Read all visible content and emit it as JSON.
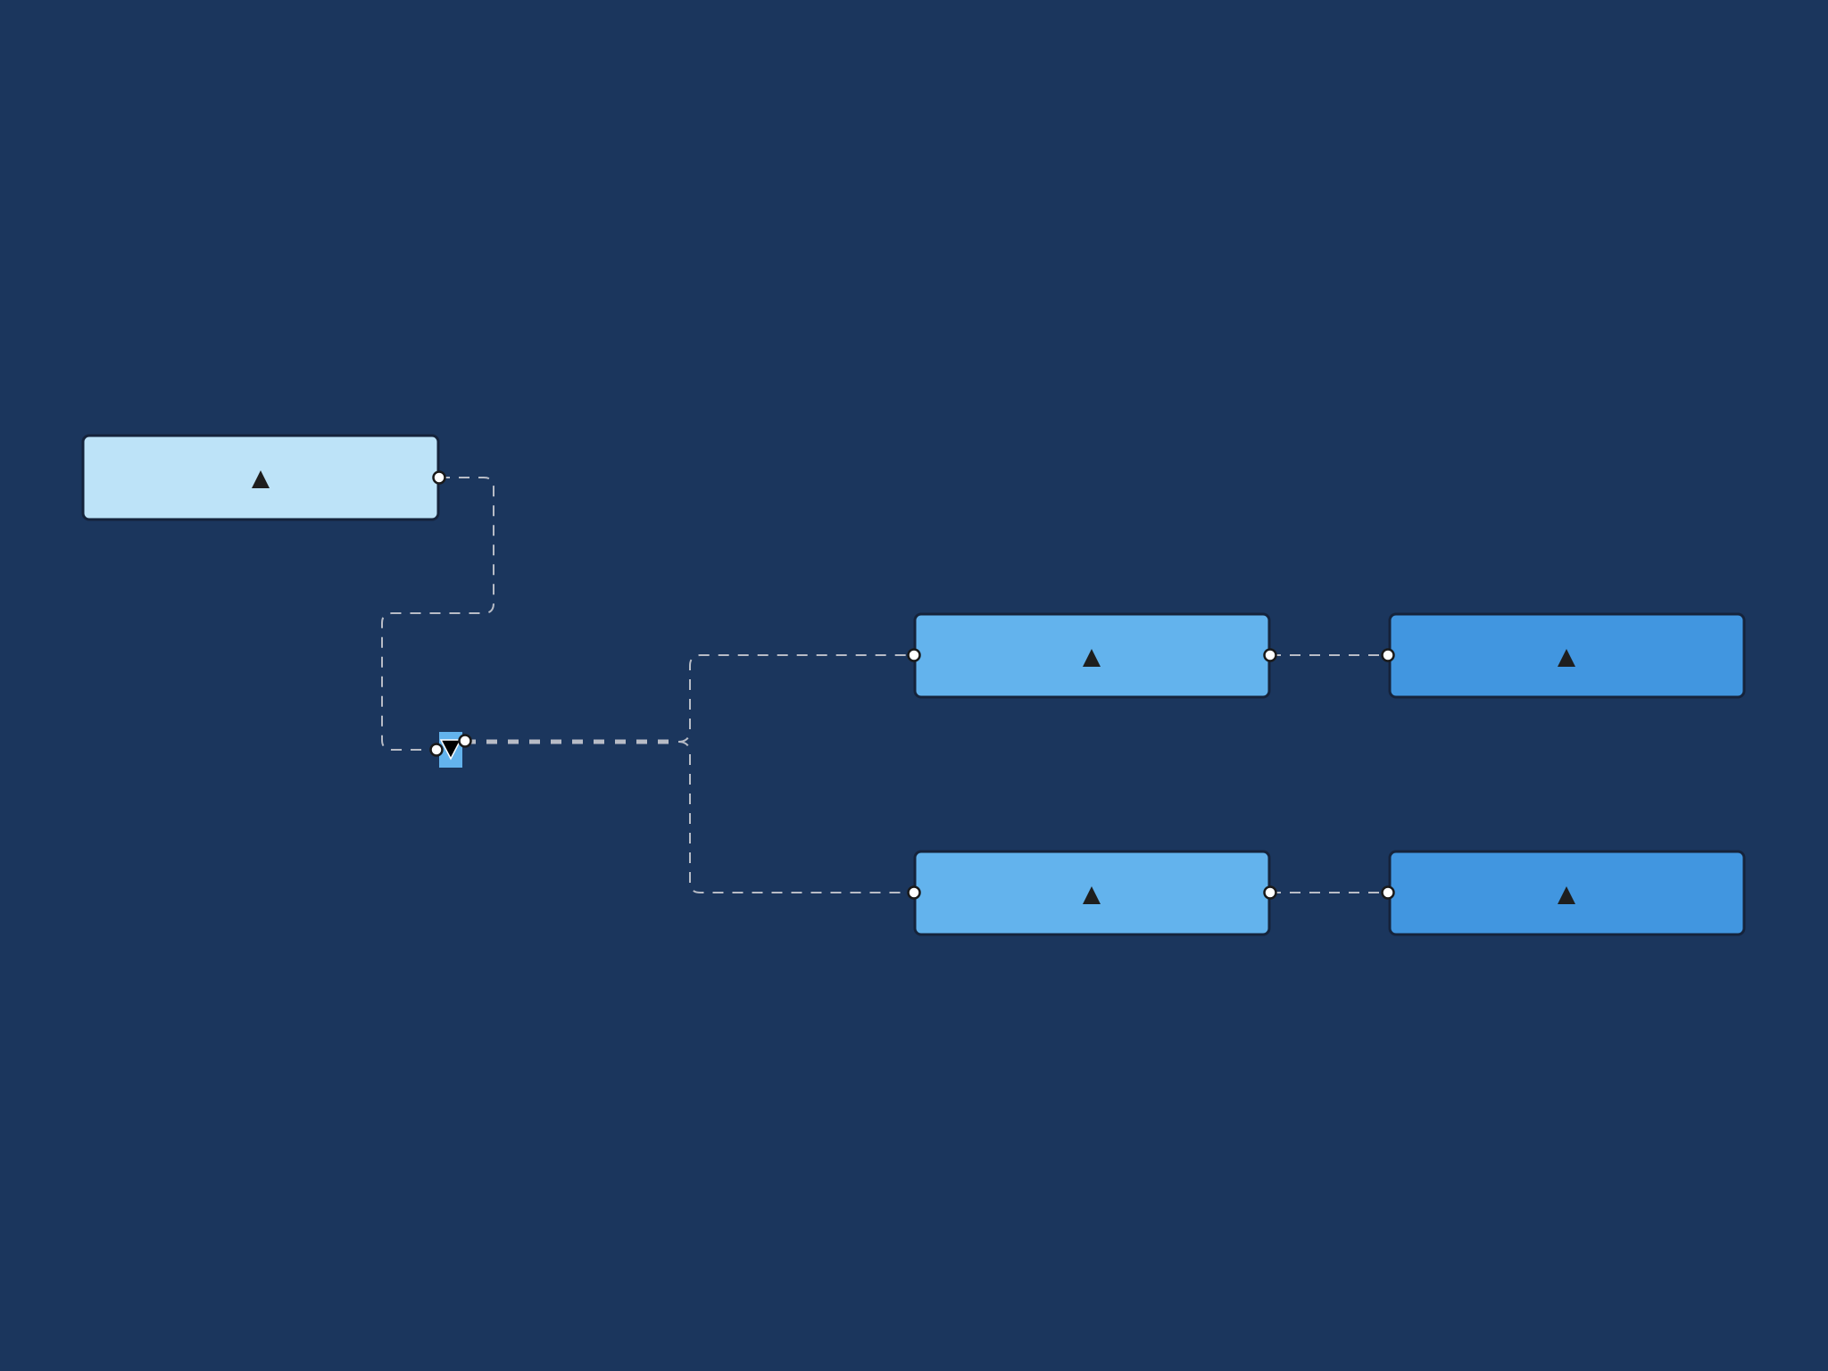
{
  "canvas": {
    "background": "#1b365d",
    "edge_color": "#b8bcc6"
  },
  "nodes": [
    {
      "id": "root",
      "fill": "#bde3f8",
      "icon": "expand-triangle-icon"
    },
    {
      "id": "branch-top",
      "fill": "#63b3ed",
      "icon": "expand-triangle-icon"
    },
    {
      "id": "leaf-top",
      "fill": "#4196e0",
      "icon": "expand-triangle-icon"
    },
    {
      "id": "branch-bottom",
      "fill": "#63b3ed",
      "icon": "expand-triangle-icon"
    },
    {
      "id": "leaf-bottom",
      "fill": "#4196e0",
      "icon": "expand-triangle-icon"
    }
  ],
  "junction": {
    "fill": "#63b3ed",
    "icon": "collapse-triangle-icon"
  },
  "edges": [
    {
      "from": "root",
      "to": "junction"
    },
    {
      "from": "junction",
      "to": "branch-top"
    },
    {
      "from": "junction",
      "to": "branch-bottom"
    },
    {
      "from": "branch-top",
      "to": "leaf-top"
    },
    {
      "from": "branch-bottom",
      "to": "leaf-bottom"
    }
  ]
}
